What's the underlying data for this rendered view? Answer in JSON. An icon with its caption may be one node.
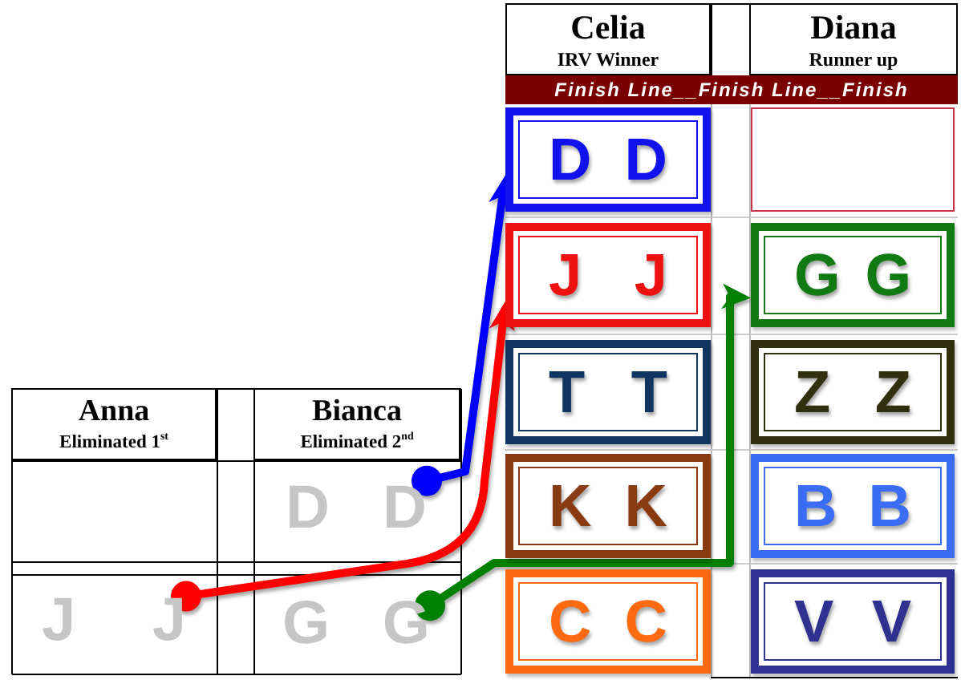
{
  "diagram": {
    "nodes": [
      {
        "text": [
          "Anna",
          "Eliminated 1$^{st}$"
        ]
      },
      {
        "text": [
          "J J"
        ]
      },
      {
        "text": [
          "Bianca",
          "Eliminated 2$^{nd}$"
        ]
      },
      {
        "text": [
          "D D"
        ]
      },
      {
        "text": [
          "G G"
        ]
      },
      {
        "text": [
          "Celia",
          "IRV Winner"
        ]
      },
      {
        "text": [
          "Diana",
          "Runner up"
        ]
      },
      {
        "text": [
          "Finish Line__Finish Line__Finish"
        ]
      },
      {
        "text": [
          "D D"
        ]
      },
      {
        "text": [],
        "shape": "box"
      },
      {
        "text": [
          "J J"
        ]
      },
      {
        "text": [
          "G G"
        ]
      },
      {
        "text": [
          "T T"
        ]
      },
      {
        "text": [
          "Z Z"
        ]
      },
      {
        "text": [
          "K K"
        ]
      },
      {
        "text": [
          "B B"
        ]
      },
      {
        "text": [
          "C C"
        ]
      },
      {
        "text": [
          "V V"
        ]
      }
    ],
    "edges": [
      {
        "from": 1,
        "to": 10,
        "arrow": "to",
        "color": "#ff0000"
      },
      {
        "from": 3,
        "to": 8,
        "arrow": "to",
        "color": "#0000ff"
      },
      {
        "from": 4,
        "to": 11,
        "arrow": "to",
        "color": "#008000"
      }
    ]
  }
}
